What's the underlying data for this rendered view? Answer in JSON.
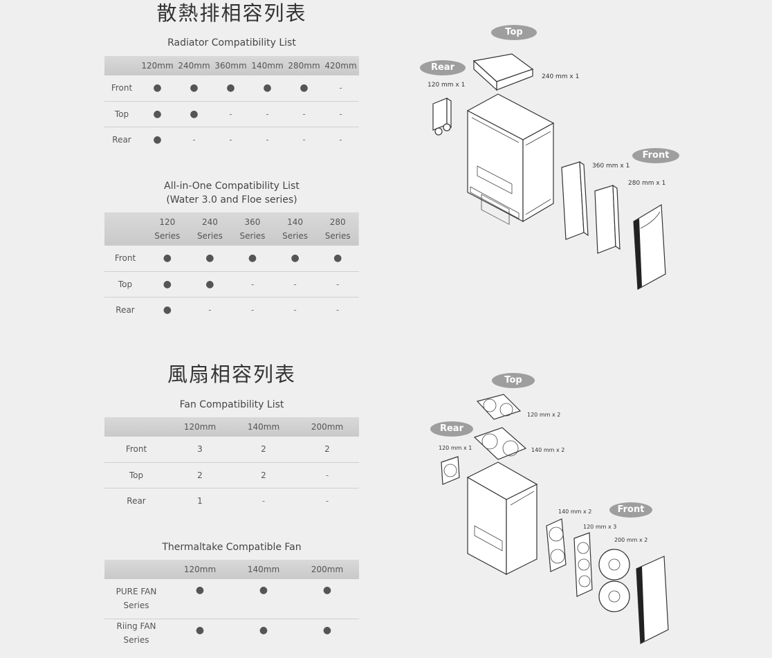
{
  "radiator": {
    "title_zh": "散熱排相容列表",
    "title_en": "Radiator Compatibility List",
    "columns": [
      "120mm",
      "240mm",
      "360mm",
      "140mm",
      "280mm",
      "420mm"
    ],
    "rows": [
      {
        "label": "Front",
        "cells": [
          "●",
          "●",
          "●",
          "●",
          "●",
          "-"
        ]
      },
      {
        "label": "Top",
        "cells": [
          "●",
          "●",
          "-",
          "-",
          "-",
          "-"
        ]
      },
      {
        "label": "Rear",
        "cells": [
          "●",
          "-",
          "-",
          "-",
          "-",
          "-"
        ]
      }
    ]
  },
  "aio": {
    "title_line1": "All-in-One Compatibility List",
    "title_line2": "(Water 3.0 and Floe series)",
    "columns": [
      {
        "top": "120",
        "bottom": "Series"
      },
      {
        "top": "240",
        "bottom": "Series"
      },
      {
        "top": "360",
        "bottom": "Series"
      },
      {
        "top": "140",
        "bottom": "Series"
      },
      {
        "top": "280",
        "bottom": "Series"
      }
    ],
    "rows": [
      {
        "label": "Front",
        "cells": [
          "●",
          "●",
          "●",
          "●",
          "●"
        ]
      },
      {
        "label": "Top",
        "cells": [
          "●",
          "●",
          "-",
          "-",
          "-"
        ]
      },
      {
        "label": "Rear",
        "cells": [
          "●",
          "-",
          "-",
          "-",
          "-"
        ]
      }
    ]
  },
  "fan": {
    "title_zh": "風扇相容列表",
    "title_en": "Fan Compatibility List",
    "columns": [
      "120mm",
      "140mm",
      "200mm"
    ],
    "rows": [
      {
        "label": "Front",
        "cells": [
          "3",
          "2",
          "2"
        ]
      },
      {
        "label": "Top",
        "cells": [
          "2",
          "2",
          "-"
        ]
      },
      {
        "label": "Rear",
        "cells": [
          "1",
          "-",
          "-"
        ]
      }
    ]
  },
  "tt_fan": {
    "title": "Thermaltake Compatible Fan",
    "columns": [
      "120mm",
      "140mm",
      "200mm"
    ],
    "rows": [
      {
        "label_line1": "PURE FAN",
        "label_line2": "Series",
        "cells": [
          "●",
          "●",
          "●"
        ]
      },
      {
        "label_line1": "Riing FAN",
        "label_line2": "Series",
        "cells": [
          "●",
          "●",
          "●"
        ]
      }
    ]
  },
  "diagram_radiator": {
    "badge_top": "Top",
    "badge_rear": "Rear",
    "badge_front": "Front",
    "label_top": "240 mm x 1",
    "label_rear": "120 mm x 1",
    "label_front1": "360 mm x 1",
    "label_front2": "280 mm x 1"
  },
  "diagram_fan": {
    "badge_top": "Top",
    "badge_rear": "Rear",
    "badge_front": "Front",
    "label_top1": "120 mm x 2",
    "label_top2": "140 mm x 2",
    "label_rear": "120 mm x 1",
    "label_front1": "140 mm x 2",
    "label_front2": "120 mm x 3",
    "label_front3": "200 mm x 2"
  }
}
